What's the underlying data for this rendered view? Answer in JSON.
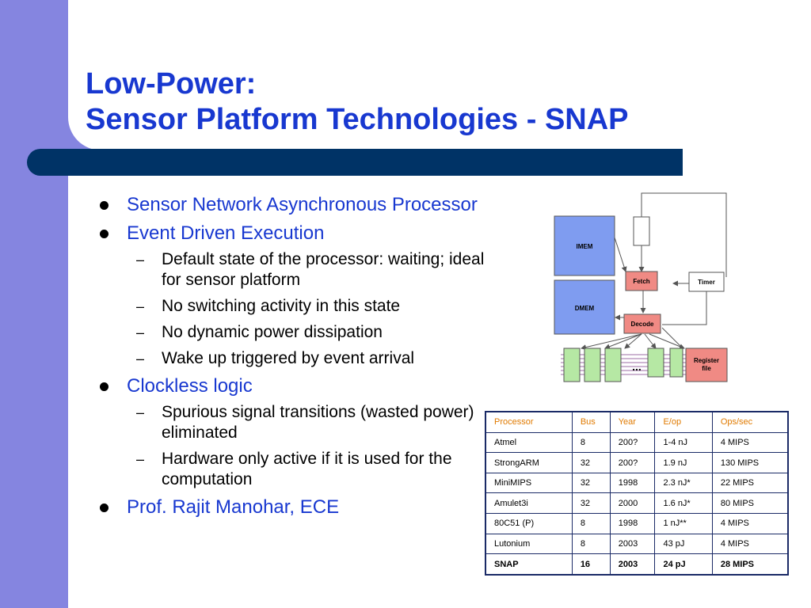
{
  "title": {
    "line1": "Low-Power:",
    "line2": "Sensor Platform Technologies - SNAP"
  },
  "bullets": [
    {
      "text": "Sensor Network Asynchronous Processor",
      "subs": []
    },
    {
      "text": "Event Driven Execution",
      "subs": [
        "Default state of the processor: waiting; ideal for sensor platform",
        "No switching activity in this state",
        "No dynamic power dissipation",
        "Wake up triggered by event arrival"
      ]
    },
    {
      "text": "Clockless logic",
      "subs": [
        "Spurious signal transitions (wasted power) eliminated",
        "Hardware only active if it is used for the computation"
      ]
    },
    {
      "text": "Prof. Rajit Manohar, ECE",
      "subs": []
    }
  ],
  "diagram": {
    "imem": "IMEM",
    "dmem": "DMEM",
    "fetch": "Fetch",
    "decode": "Decode",
    "timer": "Timer",
    "register_line1": "Register",
    "register_line2": "file",
    "ellipsis": "..."
  },
  "table": {
    "headers": [
      "Processor",
      "Bus",
      "Year",
      "E/op",
      "Ops/sec"
    ],
    "rows": [
      [
        "Atmel",
        "8",
        "200?",
        "1-4 nJ",
        "4 MIPS"
      ],
      [
        "StrongARM",
        "32",
        "200?",
        "1.9 nJ",
        "130 MIPS"
      ],
      [
        "MiniMIPS",
        "32",
        "1998",
        "2.3 nJ*",
        "22 MIPS"
      ],
      [
        "Amulet3i",
        "32",
        "2000",
        "1.6 nJ*",
        "80 MIPS"
      ],
      [
        "80C51 (P)",
        "8",
        "1998",
        "1 nJ**",
        "4 MIPS"
      ],
      [
        "Lutonium",
        "8",
        "2003",
        "43 pJ",
        "4 MIPS"
      ],
      [
        "SNAP",
        "16",
        "2003",
        "24 pJ",
        "28 MIPS"
      ]
    ]
  },
  "colors": {
    "band": "#8585e0",
    "title": "#1838d0",
    "title_bar": "#003366",
    "mem_block": "#7f9cf0",
    "pipeline_block": "#f08a84",
    "unit_green": "#b6e8a4",
    "table_header": "#e07a00"
  }
}
